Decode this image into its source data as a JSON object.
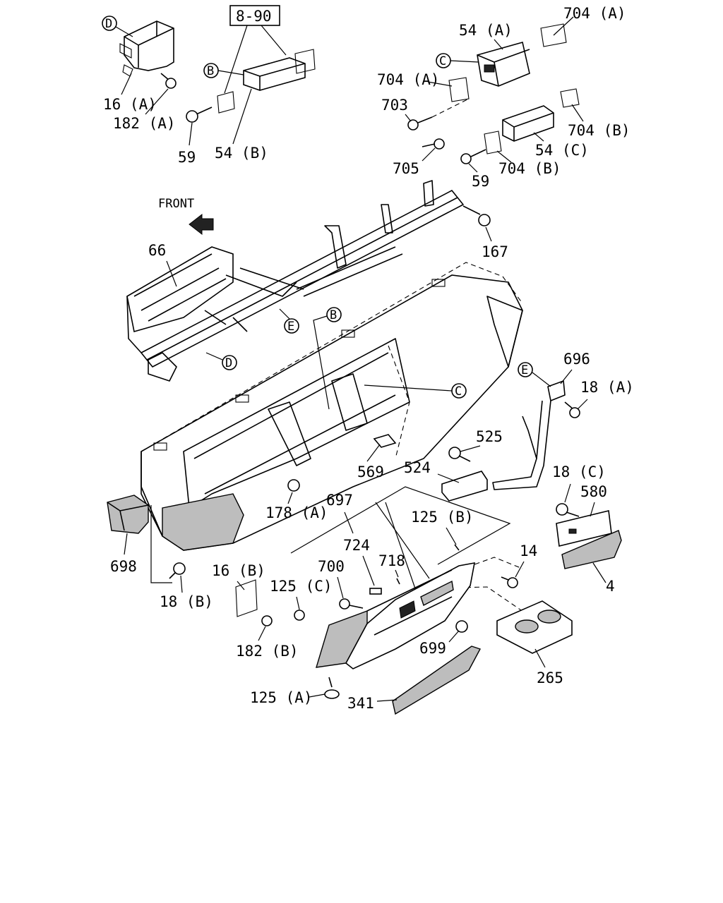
{
  "diagram": {
    "front_label": "FRONT",
    "reference_box": "8-90",
    "markers": [
      "D",
      "B",
      "C",
      "E",
      "B",
      "C",
      "D",
      "E"
    ],
    "parts": [
      "704 (A)",
      "54 (A)",
      "704 (A)",
      "703",
      "704 (B)",
      "54 (C)",
      "705",
      "59",
      "704 (B)",
      "16 (A)",
      "182 (A)",
      "59",
      "54 (B)",
      "167",
      "66",
      "696",
      "18 (A)",
      "525",
      "524",
      "18 (C)",
      "580",
      "569",
      "178 (A)",
      "697",
      "125 (B)",
      "724",
      "718",
      "14",
      "4",
      "698",
      "18 (B)",
      "16 (B)",
      "125 (C)",
      "700",
      "182 (B)",
      "699",
      "265",
      "125 (A)",
      "341"
    ]
  }
}
